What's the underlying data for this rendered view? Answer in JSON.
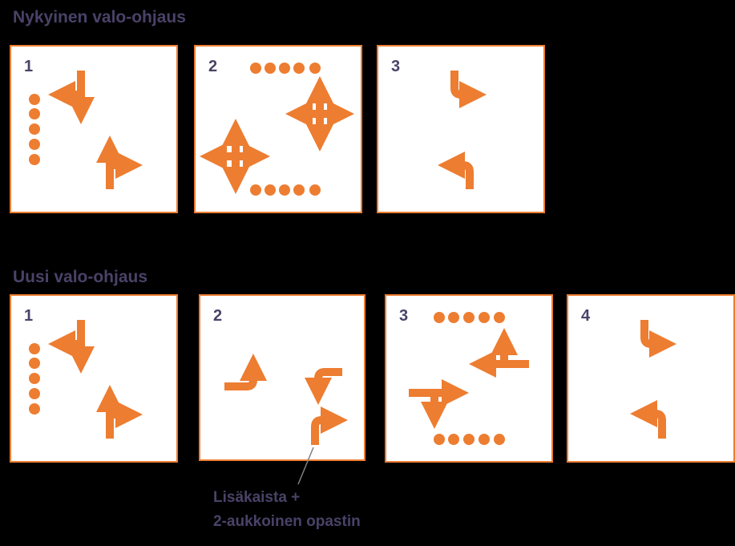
{
  "current": {
    "title": "Nykyinen valo-ohjaus",
    "phases": [
      {
        "number": "1"
      },
      {
        "number": "2"
      },
      {
        "number": "3"
      }
    ]
  },
  "new": {
    "title": "Uusi valo-ohjaus",
    "phases": [
      {
        "number": "1"
      },
      {
        "number": "2"
      },
      {
        "number": "3"
      },
      {
        "number": "4"
      }
    ]
  },
  "annotation": {
    "line1": "Lisäkaista +",
    "line2": "2-aukkoinen opastin"
  },
  "colors": {
    "accent": "#ed7d31",
    "text": "#4a4268",
    "panel_bg": "#ffffff"
  }
}
